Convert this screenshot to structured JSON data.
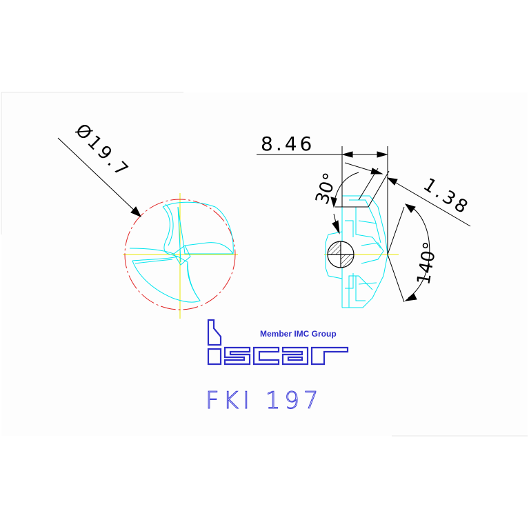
{
  "drawing": {
    "dimensions": {
      "diameter": "Ø19.7",
      "width": "8.46",
      "flat": "1.38",
      "angle_small": "30°",
      "angle_point": "140°"
    },
    "logo_text": "Iscar",
    "logo_tagline": "Member IMC Group",
    "model": "FKI 197"
  },
  "colors": {
    "outline": "#00e5ee",
    "dimension": "#000000",
    "circle": "#e02020",
    "centerline": "#e8e800",
    "brand": "#2c2cc8",
    "model": "#3a3ad8"
  }
}
